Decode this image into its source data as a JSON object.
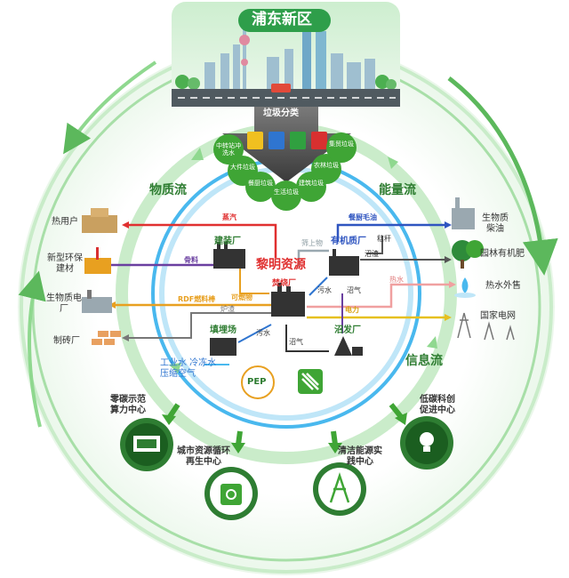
{
  "header": {
    "title": "浦东新区",
    "sort_label": "垃圾分类"
  },
  "waste_types": [
    "中转站冲洗水",
    "大件垃圾",
    "餐厨垃圾",
    "生活垃圾",
    "建筑垃圾",
    "农林垃圾",
    "集贸垃圾"
  ],
  "flows": {
    "material": "物质流",
    "energy": "能量流",
    "info": "信息流"
  },
  "center": {
    "title": "黎明资源"
  },
  "facilities": {
    "building": "建装厂",
    "incineration": "焚烧厂",
    "organic": "有机质厂",
    "landfill": "填埋场",
    "biogas": "沼发厂"
  },
  "outputs_left": [
    "热用户",
    "新型环保建材",
    "生物质电厂",
    "制砖厂"
  ],
  "outputs_right": [
    "生物质柴油",
    "园林有机肥",
    "热水外售",
    "国家电网"
  ],
  "edge_labels": {
    "steam": "蒸汽",
    "cooking_oil": "餐厨毛油",
    "straw": "秸秆",
    "sieve": "筛上物",
    "aggregate": "骨料",
    "rdf": "RDF燃料棒",
    "combustible": "可燃物",
    "ash": "炉渣",
    "sewage1": "污水",
    "biogas1": "沼气",
    "sludge": "沼渣",
    "hot_water": "热水",
    "power": "电力",
    "sewage2": "污水",
    "biogas2": "沼气",
    "industrial": "工业水 冷冻水\n压缩空气"
  },
  "centers": [
    "零碳示范算力中心",
    "城市资源循环再生中心",
    "清洁能源实践中心",
    "低碳科创促进中心"
  ],
  "logos": {
    "pep": "PEP"
  },
  "colors": {
    "green_dark": "#2f7d32",
    "green_light": "#8fd88f",
    "blue_ring": "#49b8ee",
    "red": "#e03030",
    "purple": "#6a3fa0",
    "orange": "#e8a020",
    "teal": "#3ab0a0"
  }
}
